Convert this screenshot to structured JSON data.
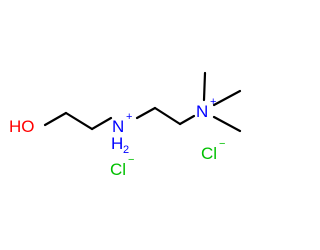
{
  "molecule": {
    "hydroxyl": {
      "label": "HO",
      "color": "#ff0000"
    },
    "ammonium_n": {
      "label": "N",
      "charge": "+",
      "h_count": "2",
      "color": "#0000ff"
    },
    "quaternary_n": {
      "label": "N",
      "charge": "+",
      "color": "#0000ff"
    },
    "counterions": [
      {
        "label": "Cl",
        "charge": "−",
        "color": "#00c000"
      },
      {
        "label": "Cl",
        "charge": "−",
        "color": "#00c000"
      }
    ]
  }
}
